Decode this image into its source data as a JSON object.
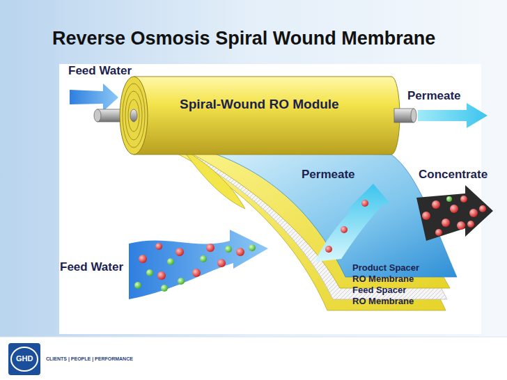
{
  "diagram": {
    "title": "Reverse Osmosis Spiral Wound Membrane",
    "nodes": [
      {
        "text": [
          "Spiral-Wound RO Module"
        ]
      }
    ],
    "labels": [
      "Feed Water",
      "Permeate",
      "Permeate",
      "Concentrate",
      "Feed Water",
      "Product Spacer",
      "RO Membrane",
      "Feed Spacer",
      "RO Membrane",
      "GHD",
      "CLIENTS | PEOPLE | PERFORMANCE"
    ]
  }
}
